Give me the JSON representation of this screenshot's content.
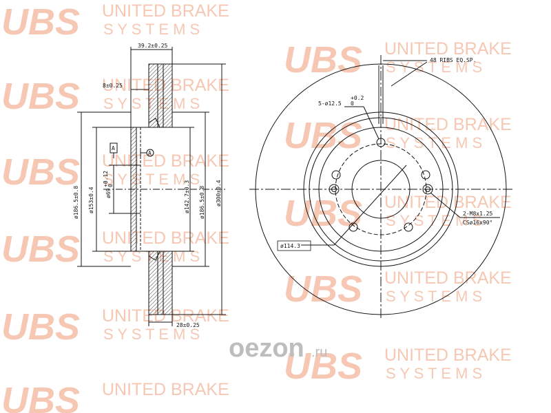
{
  "watermark": {
    "brand": "UBS",
    "line1": "UNITED BRAKE",
    "line2": "S Y S T E M S",
    "color": "#f6c8b4"
  },
  "side_view": {
    "dims": {
      "total_thickness": "39.2±0.25",
      "hat_thickness": "8±0.25",
      "disc_thickness": "28±0.25",
      "d_186_left": "ø186.5±0.8",
      "d_153": "ø153±0.4",
      "d_69": "ø69",
      "d_69_tol": "+0.12",
      "d_69_tol2": "0",
      "d_142": "ø142.7±0.3",
      "d_186_right": "ø186.5±0.8",
      "d_300": "ø300±0.4"
    },
    "datum_a": "A"
  },
  "front_view": {
    "ribs": "48 RIBS EQ.SP.",
    "holes": "5-ø12.5",
    "holes_tol": "+0.2",
    "holes_tol2": "0",
    "pcd": "ø114.3",
    "thread_1": "2-M8x1.25",
    "thread_2": "CSø16x90°"
  },
  "logo": {
    "text": "oezon",
    "domain": ".ru"
  },
  "colors": {
    "line": "#111111",
    "watermark": "#f6c8b4",
    "logo": "#bdbdbd"
  }
}
